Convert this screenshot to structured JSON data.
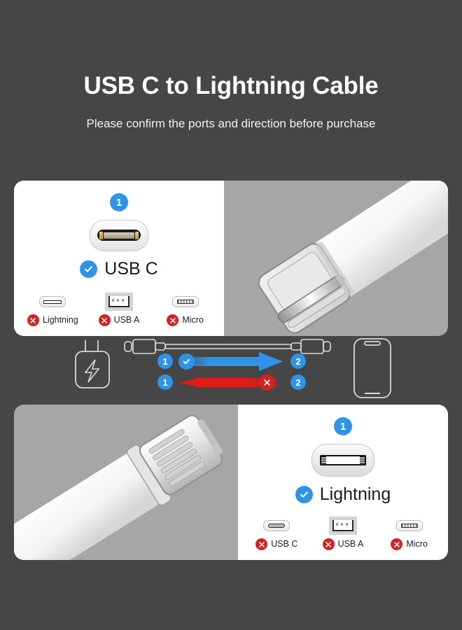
{
  "theme": {
    "background": "#464646",
    "panel_white": "#ffffff",
    "panel_gray": "#a6a6a6",
    "accent_blue": "#2f93e8",
    "accent_red": "#d9201f",
    "text_dark": "#1a1a1a",
    "text_light": "#ffffff"
  },
  "header": {
    "title": "USB C to Lightning Cable",
    "subtitle": "Please confirm the ports and direction before purchase"
  },
  "panel_top": {
    "step_number": "1",
    "correct_port": {
      "label": "USB C",
      "icon": "usb-c-port-icon",
      "status": "check"
    },
    "wrong_ports": [
      {
        "label": "Lightning",
        "icon": "lightning-port-icon",
        "status": "x"
      },
      {
        "label": "USB A",
        "icon": "usb-a-port-icon",
        "status": "x"
      },
      {
        "label": "Micro",
        "icon": "micro-usb-port-icon",
        "status": "x"
      }
    ],
    "photo_alt": "usb-c-connector-photo"
  },
  "panel_bottom": {
    "step_number": "1",
    "correct_port": {
      "label": "Lightning",
      "icon": "lightning-port-icon",
      "status": "check"
    },
    "wrong_ports": [
      {
        "label": "USB C",
        "icon": "usb-c-port-icon",
        "status": "x"
      },
      {
        "label": "USB A",
        "icon": "usb-a-port-icon",
        "status": "x"
      },
      {
        "label": "Micro",
        "icon": "micro-usb-port-icon",
        "status": "x"
      }
    ],
    "photo_alt": "lightning-connector-photo"
  },
  "middle_diagram": {
    "charger_icon": "power-adapter-icon",
    "cable_icon": "usb-c-to-lightning-cable-icon",
    "phone_icon": "smartphone-icon",
    "rows": [
      {
        "direction": "right",
        "status": "check",
        "arrow_color": "#2f93e8",
        "left_badge": "1",
        "right_badge": "2"
      },
      {
        "direction": "left",
        "status": "x",
        "arrow_color": "#e01b18",
        "left_badge": "1",
        "right_badge": "2"
      }
    ]
  }
}
